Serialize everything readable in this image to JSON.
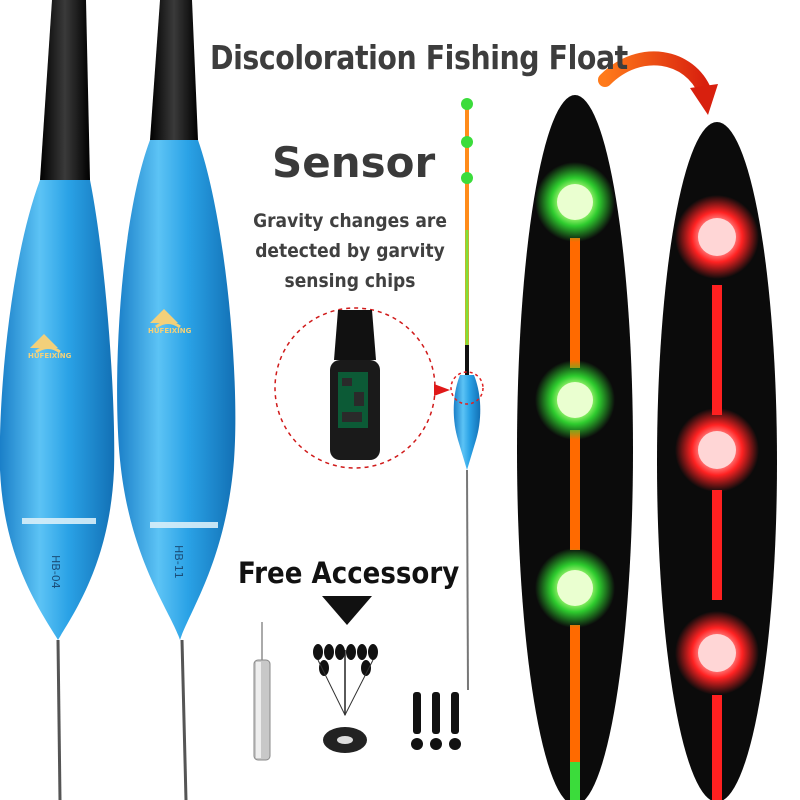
{
  "title": "Discoloration Fishing Float",
  "sensor": {
    "heading": "Sensor",
    "description_lines": [
      "Gravity changes are",
      "detected by garvity",
      "sensing chips"
    ]
  },
  "accessory": {
    "heading": "Free Accessory",
    "items": [
      "battery-holder",
      "bobber-stopper-set",
      "rubber-connectors"
    ]
  },
  "float_labels": {
    "brand": "HUFEIXING",
    "left_model": "HB-04",
    "right_model": "HB-11"
  },
  "colors": {
    "float_body": "#2b9fe0",
    "float_tip": "#111111",
    "light_green": "#3bff3b",
    "light_red": "#ff2a2a",
    "stripe_orange": "#ff6a00",
    "arrow_red": "#e02a12"
  }
}
